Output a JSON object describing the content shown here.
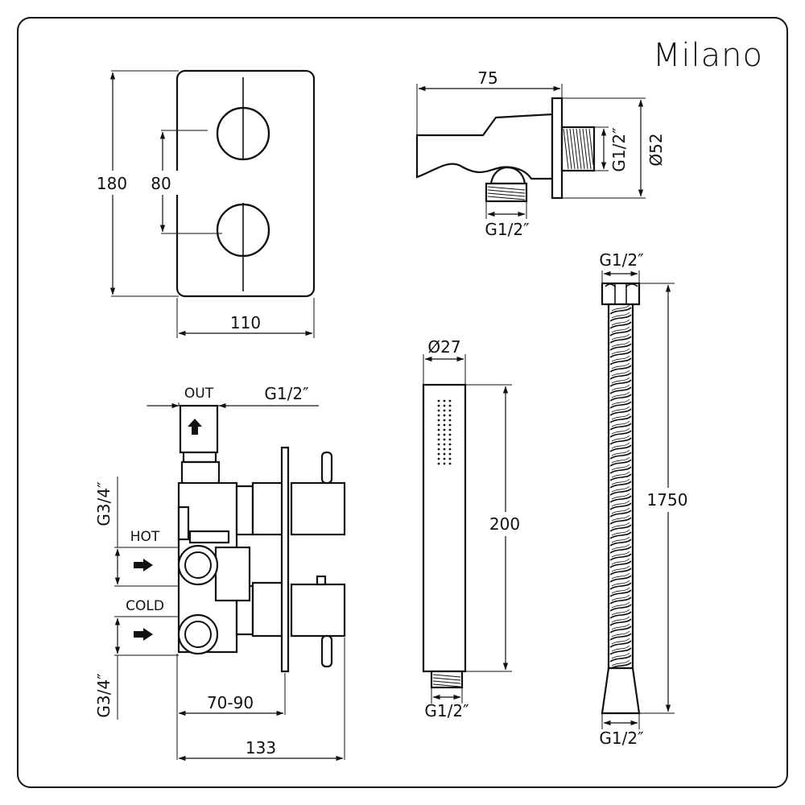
{
  "brand": "Milano",
  "panel": {
    "height": "180",
    "handle_spacing": "80",
    "width": "110"
  },
  "elbow": {
    "length": "75",
    "inlet_thread": "G1/2″",
    "outlet_thread": "G1/2″",
    "flange_diameter": "Ø52"
  },
  "hand_shower": {
    "diameter": "Ø27",
    "length": "200",
    "thread": "G1/2″"
  },
  "hose": {
    "top_thread": "G1/2″",
    "length": "1750",
    "bottom_thread": "G1/2″"
  },
  "valve_body": {
    "out_label": "OUT",
    "out_thread": "G1/2″",
    "hot_label": "HOT",
    "cold_label": "COLD",
    "hot_thread": "G3/4″",
    "cold_thread": "G3/4″",
    "depth_range": "70-90",
    "total_depth": "133"
  }
}
